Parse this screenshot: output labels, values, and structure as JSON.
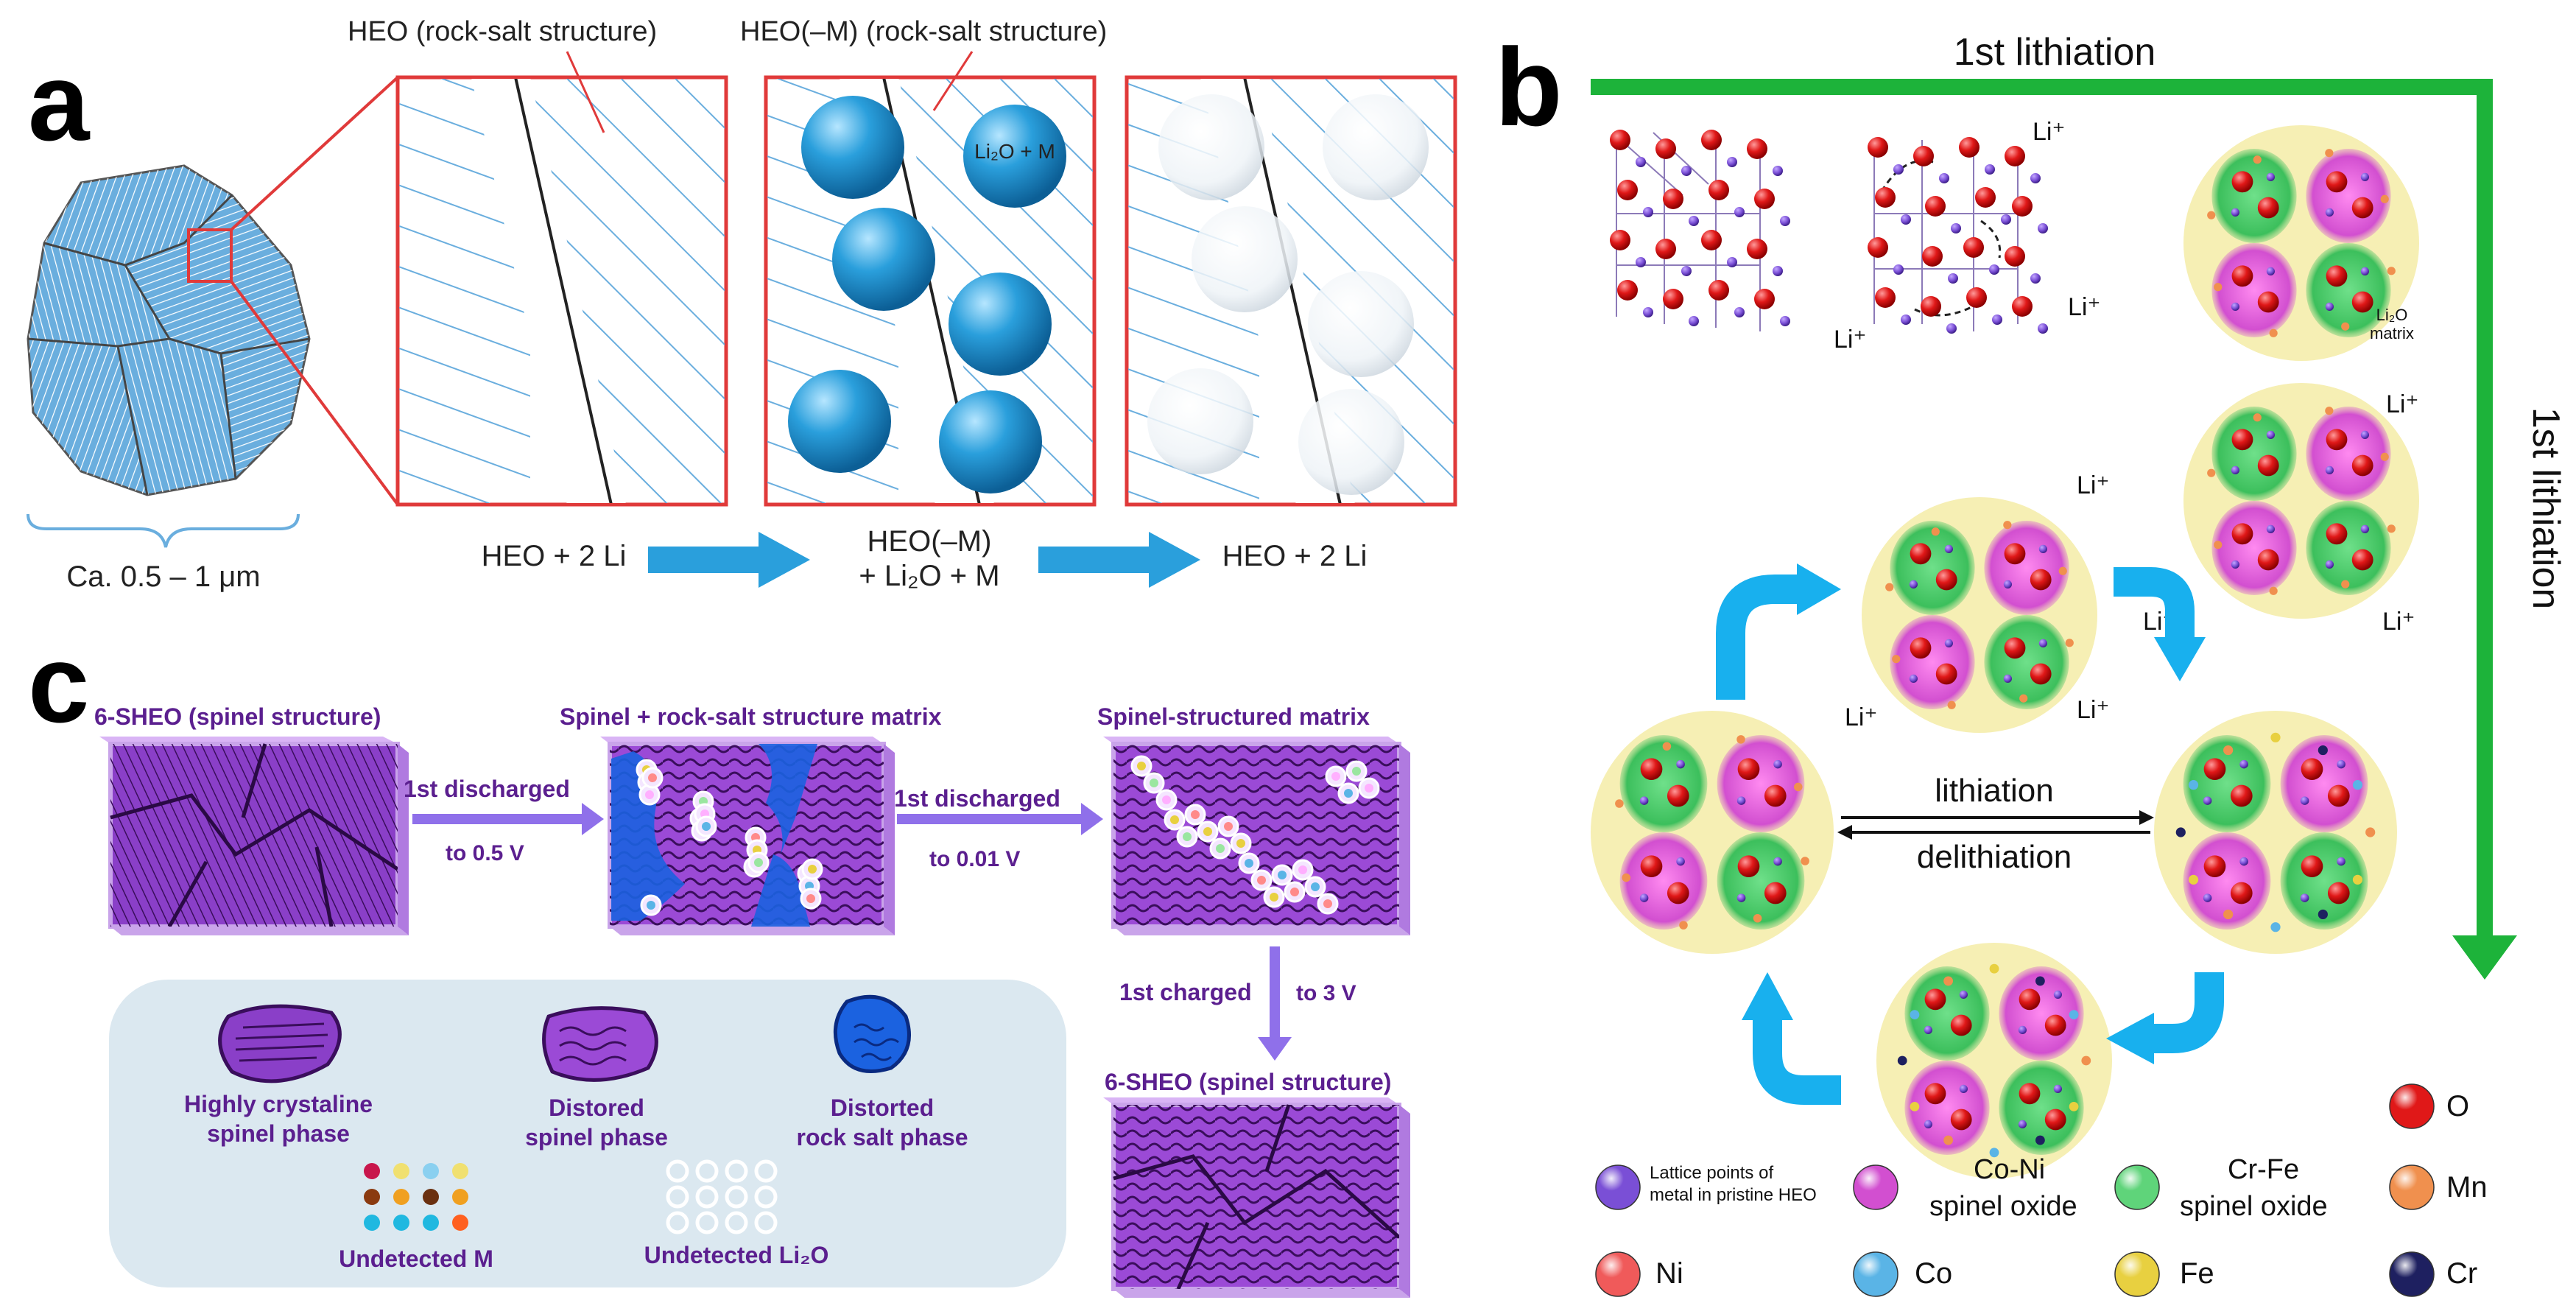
{
  "panels": {
    "a": "a",
    "b": "b",
    "c": "c"
  },
  "panel_a": {
    "grain_size": "Ca. 0.5 – 1 μm",
    "callout_heo": "HEO (rock-salt structure)",
    "callout_heo_m": "HEO(–M) (rock-salt structure)",
    "particle_label": "Li₂O + M",
    "step1": "HEO + 2 Li",
    "step2_line1": "HEO(–M)",
    "step2_line2": "+ Li₂O + M",
    "step3": "HEO + 2 Li"
  },
  "panel_b": {
    "top_arrow_label": "1st lithiation",
    "side_arrow_label": "1st lithiation",
    "lithiation": "lithiation",
    "delithiation": "delithiation",
    "li_ion": "Li⁺",
    "li2o_matrix_line1": "Li₂O",
    "li2o_matrix_line2": "matrix",
    "legend": [
      {
        "label": "O",
        "color": "#e01818"
      },
      {
        "label": "Lattice points of metal in pristine HEO",
        "color": "#7a4fd6"
      },
      {
        "label": "Co-Ni spinel oxide",
        "color": "#d24fd0"
      },
      {
        "label": "Cr-Fe spinel oxide",
        "color": "#5fd47a"
      },
      {
        "label": "Mn",
        "color": "#f0904e"
      },
      {
        "label": "Ni",
        "color": "#f05a5a"
      },
      {
        "label": "Co",
        "color": "#5ab4e6"
      },
      {
        "label": "Fe",
        "color": "#e8d040"
      },
      {
        "label": "Cr",
        "color": "#1e2060"
      }
    ],
    "legend_lines": {
      "lattice_1": "Lattice points of",
      "lattice_2": "metal in pristine HEO",
      "coni_1": "Co-Ni",
      "coni_2": "spinel oxide",
      "crfe_1": "Cr-Fe",
      "crfe_2": "spinel oxide"
    }
  },
  "panel_c": {
    "block1_title": "6-SHEO (spinel structure)",
    "block2_title": "Spinel + rock-salt structure matrix",
    "block3_title": "Spinel-structured matrix",
    "block4_title": "6-SHEO (spinel structure)",
    "arrow1_label": "1st discharged",
    "arrow1_sub": "to 0.5 V",
    "arrow2_label": "1st discharged",
    "arrow2_sub": "to 0.01 V",
    "arrow3_label": "1st charged",
    "arrow3_sub": "to 3 V",
    "legend_highly_1": "Highly crystaline",
    "legend_highly_2": "spinel phase",
    "legend_distorted_spinel_1": "Distored",
    "legend_distorted_spinel_2": "spinel phase",
    "legend_distorted_rs_1": "Distorted",
    "legend_distorted_rs_2": "rock salt phase",
    "legend_undetected_m": "Undetected M",
    "legend_undetected_li2o": "Undetected Li₂O"
  },
  "colors": {
    "hatch_blue": "#6aaede",
    "frame_red": "#e03a3a",
    "sphere_blue": "#2a9fdc",
    "arrow_blue": "#2a9fdc",
    "green_arrow": "#1db33a",
    "cyan_arrow": "#18b0ee",
    "purple": "#7a3fc0",
    "light_purple": "#8f70ea",
    "legend_box": "#dbe8f0",
    "yellow_circle": "#f6efb4"
  }
}
